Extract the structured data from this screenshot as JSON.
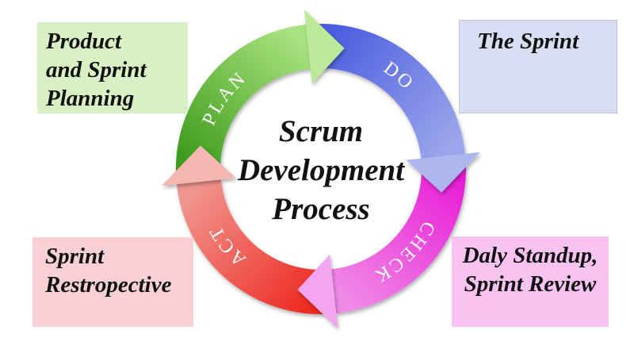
{
  "diagram": {
    "title_lines": [
      "Scrum",
      "Development",
      "Process"
    ]
  },
  "cycle": {
    "type": "pdca-cycle",
    "direction": "clockwise",
    "label_color": "#ffffff",
    "segments": [
      {
        "label": "PLAN",
        "color_dark": "#3f9c1d",
        "color_light": "#a9e27f",
        "color_head": "#bce899"
      },
      {
        "label": "DO",
        "color_dark": "#4a5ddf",
        "color_light": "#9ca6eb",
        "color_head": "#aeb6f0"
      },
      {
        "label": "CHECK",
        "color_dark": "#e91fd6",
        "color_light": "#ef8ae6",
        "color_head": "#f3a6ef"
      },
      {
        "label": "ACT",
        "color_dark": "#ee2a22",
        "color_light": "#f0968f",
        "color_head": "#f5b7b2"
      }
    ]
  },
  "boxes": [
    {
      "name": "product-and-sprint-planning",
      "lines": [
        "Product",
        "and Sprint",
        "Planning"
      ],
      "bg": "#d9f0c5"
    },
    {
      "name": "the-sprint",
      "lines": [
        "The Sprint"
      ],
      "bg": "#dadef5"
    },
    {
      "name": "sprint-retrospective",
      "lines": [
        "Sprint",
        "Restropective"
      ],
      "bg": "#f8d0d5"
    },
    {
      "name": "daily-standup-sprint-review",
      "lines": [
        "Daly Standup,",
        "Sprint Review"
      ],
      "bg": "#f9c3f1"
    }
  ],
  "canvas": {
    "background": "#ffffff",
    "text_color": "#111111"
  }
}
